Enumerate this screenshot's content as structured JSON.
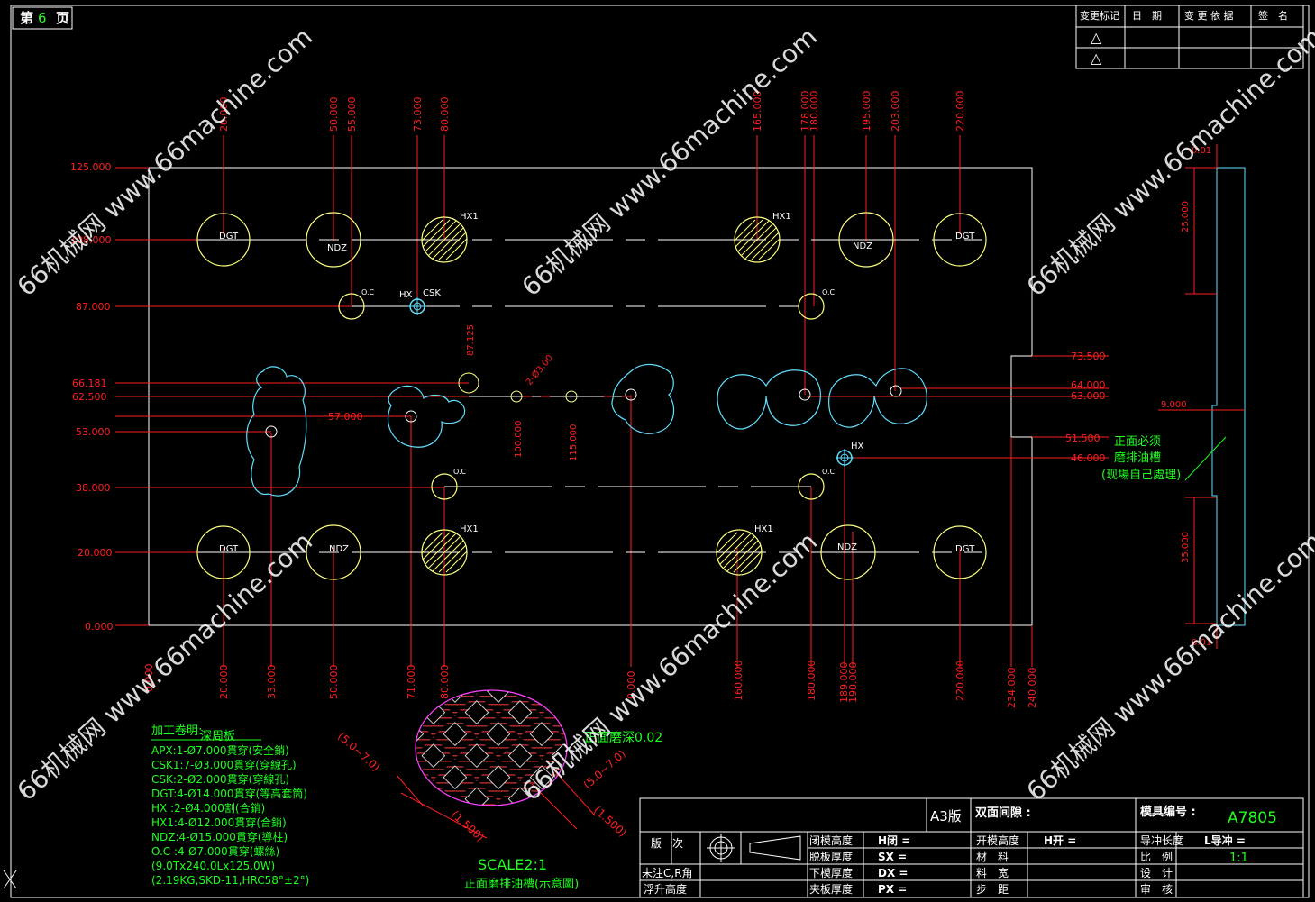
{
  "page": {
    "label_prefix": "第",
    "number": "6",
    "label_suffix": "页"
  },
  "revision_table": {
    "headers": [
      "变更标记",
      "日　期",
      "变 更 依 据",
      "签　名"
    ],
    "rows": [
      "△",
      "△"
    ]
  },
  "dimensions": {
    "top_x": [
      "20.000",
      "50.000",
      "55.000",
      "73.000",
      "80.000",
      "165.000",
      "178.000",
      "180.000",
      "195.000",
      "203.000",
      "220.000"
    ],
    "bottom_x": [
      "0.000",
      "20.000",
      "33.000",
      "50.000",
      "71.000",
      "80.000",
      "0.000",
      "160.000",
      "180.000",
      "189.000",
      "190.000",
      "220.000",
      "234.000",
      "240.000"
    ],
    "left_y": [
      "125.000",
      "108.000",
      "87.000",
      "66.181",
      "62.500",
      "57.000",
      "53.000",
      "38.000",
      "20.000",
      "0.000"
    ],
    "right_y": [
      "73.500",
      "64.000",
      "63.000",
      "51.500",
      "46.000"
    ],
    "inner": [
      "87.125",
      "2-Ø3.00",
      "100.000",
      "115.000"
    ],
    "side_view": [
      "0.01",
      "25.000",
      "9.000",
      "35.000",
      "0.01"
    ]
  },
  "holes": {
    "dgt": "DGT",
    "ndz": "NDZ",
    "hx1": "HX1",
    "hx": "HX",
    "csk": "CSK",
    "oc": "O.C"
  },
  "notes": {
    "grinding_title": "正面必须",
    "grinding_line2": "磨排油槽",
    "grinding_line3": "(现場自己處理)",
    "groove_depth": "正面磨深0.02",
    "groove_dims": [
      "(5.0~7.0)",
      "(1.500)",
      "(5.0~7.0)",
      "(1.500)"
    ],
    "scale": "SCALE2:1",
    "groove_caption": "正面磨排油槽(示意圖)"
  },
  "process_notes": {
    "title": "加工卷明:",
    "title_extra": "深周板",
    "lines": [
      "APX:1-Ø7.000貫穿(安全銷)",
      "CSK1:7-Ø3.000貫穿(穿線孔)",
      "CSK:2-Ø2.000貫穿(穿線孔)",
      "DGT:4-Ø14.000貫穿(等高套筒)",
      "HX :2-Ø4.000割(合銷)",
      "HX1:4-Ø12.000貫穿(合銷)",
      "NDZ:4-Ø15.000貫穿(導柱)",
      "O.C :4-Ø7.000貫穿(螺絲)",
      "(9.0Tx240.0Lx125.0W)",
      "(2.19KG,SKD-11,HRC58°±2°)"
    ]
  },
  "title_block": {
    "sheet_size": "A3版",
    "double_gap": "双面间隙 :",
    "mold_no_label": "模具编号 :",
    "mold_no": "A7805",
    "version_label": "版　次",
    "c_r": "未注C,R角",
    "float": "浮升高度",
    "closed_h": "闭模高度",
    "closed_sym": "H闭 =",
    "strip_t": "脱板厚度",
    "strip_sym": "SX =",
    "lower_t": "下模厚度",
    "lower_sym": "DX =",
    "clamp_t": "夹板厚度",
    "clamp_sym": "PX =",
    "open_h": "开模高度",
    "open_sym": "H开 =",
    "material": "材　料",
    "stock_w": "料　宽",
    "pitch": "步　距",
    "guide_len": "导冲长度",
    "guide_sym": "L导冲 =",
    "ratio": "比　例",
    "ratio_val": "1:1",
    "design": "设　计",
    "review": "审　核"
  },
  "watermark": "66机械网 www.66machine.com",
  "colors": {
    "background": "#000000",
    "outline": "#ffffff",
    "dimension": "#ff2020",
    "hole": "#ffff80",
    "cavity": "#60e0ff",
    "note": "#20ff20",
    "watermark": "#ffffff",
    "hatch": "#ff4040",
    "ellipse": "#ff40ff"
  }
}
